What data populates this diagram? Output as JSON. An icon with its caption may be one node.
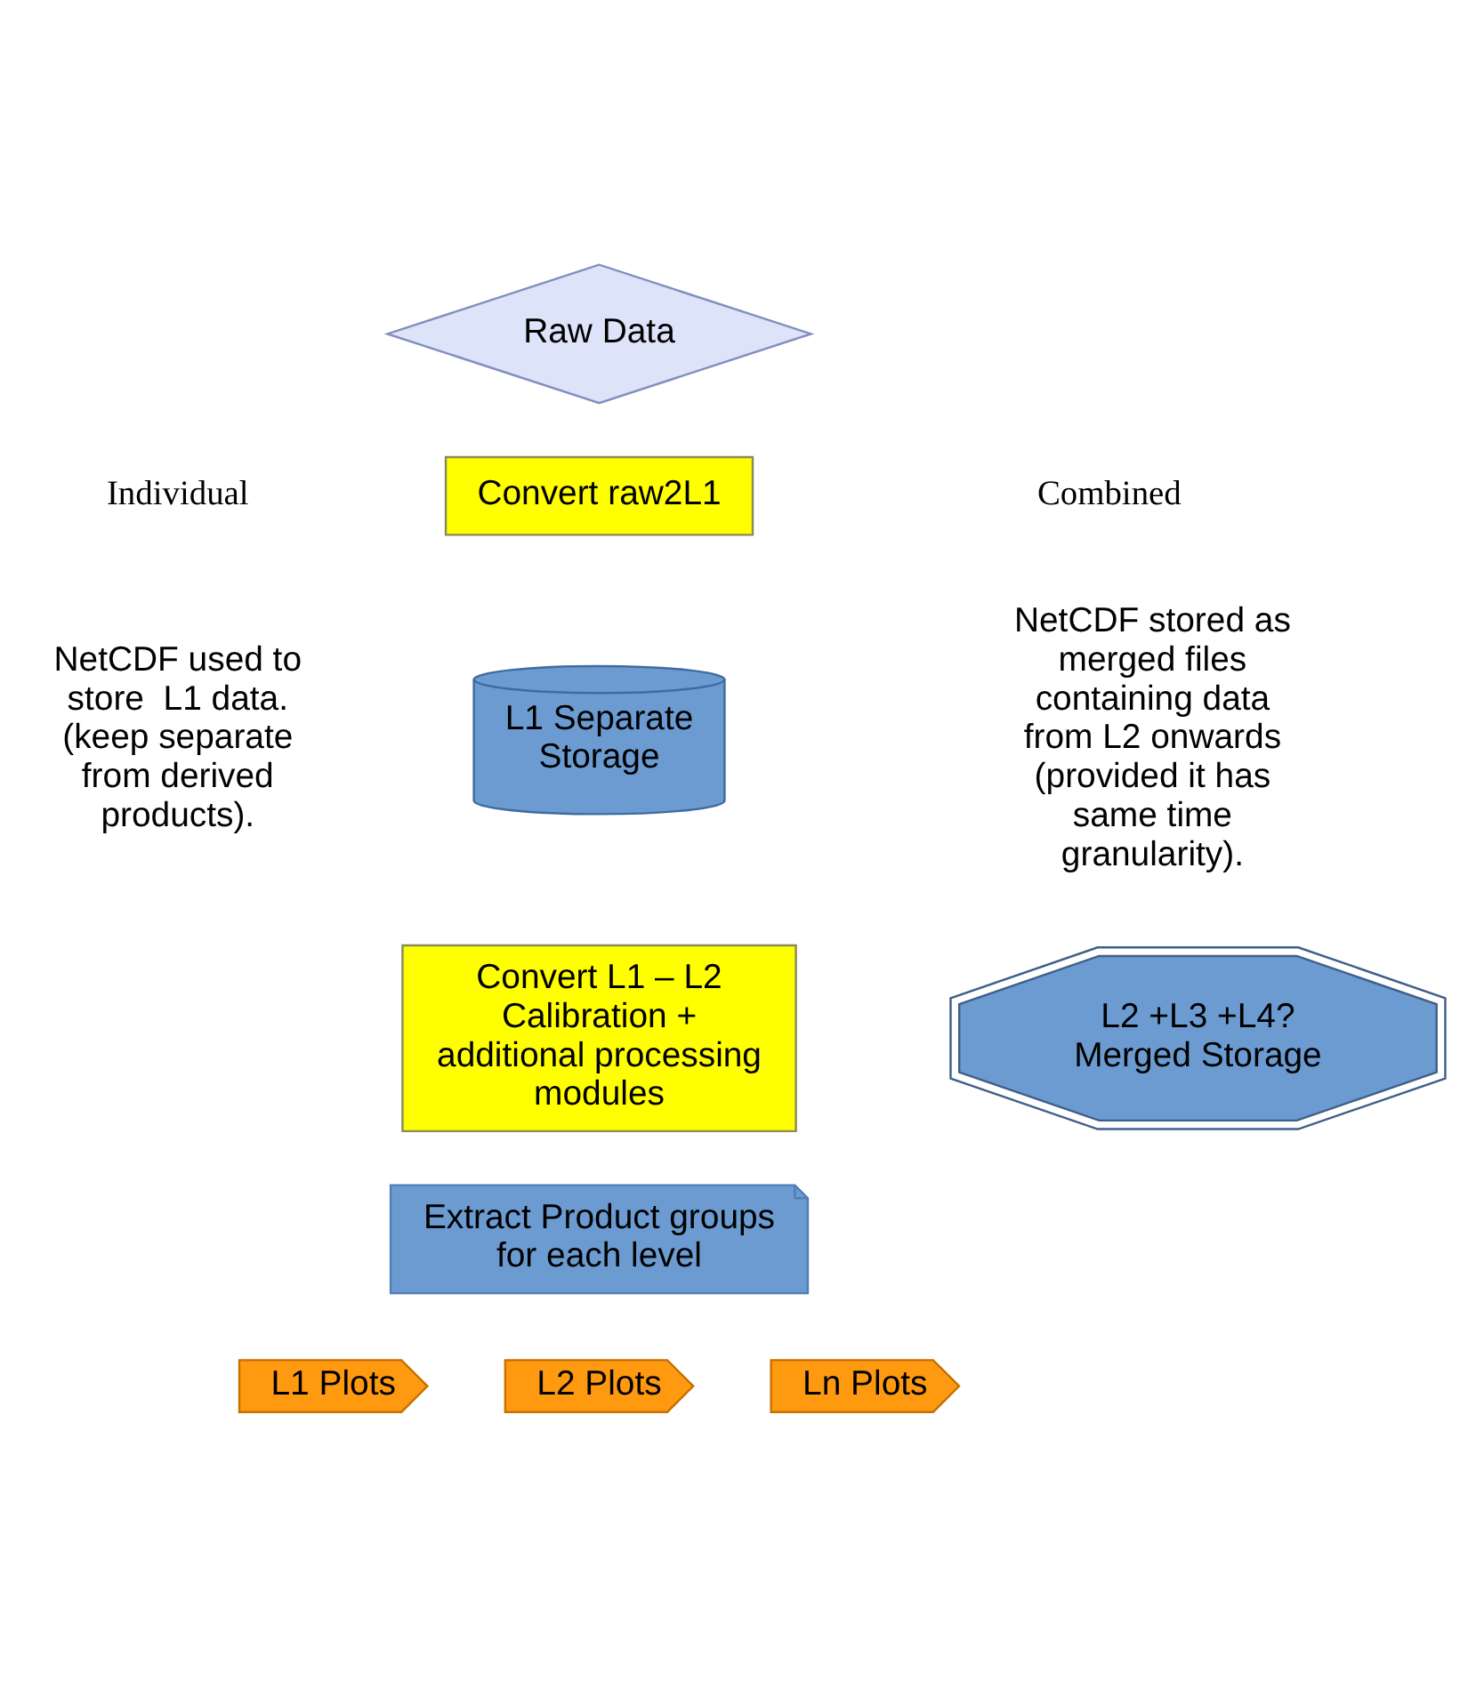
{
  "diagram": {
    "nodes": [
      {
        "text": [
          "Raw Data"
        ]
      },
      {
        "text": [
          "Convert raw2L1"
        ]
      },
      {
        "text": [
          "L1 Separate Storage"
        ]
      },
      {
        "text": [
          "Convert L1 – L2 Calibration + additional processing modules"
        ]
      },
      {
        "text": [
          "L2 +L3 +L4? Merged Storage"
        ]
      },
      {
        "text": [
          "Extract Product groups for each level"
        ]
      },
      {
        "text": [
          "L1 Plots"
        ]
      },
      {
        "text": [
          "L2 Plots"
        ]
      },
      {
        "text": [
          "Ln Plots"
        ]
      }
    ],
    "labels": [
      "Individual",
      "NetCDF used to store  L1 data. (keep separate from derived products).",
      "Combined",
      "NetCDF stored as merged files containing data from L2 onwards (provided it has same time granularity)."
    ]
  }
}
